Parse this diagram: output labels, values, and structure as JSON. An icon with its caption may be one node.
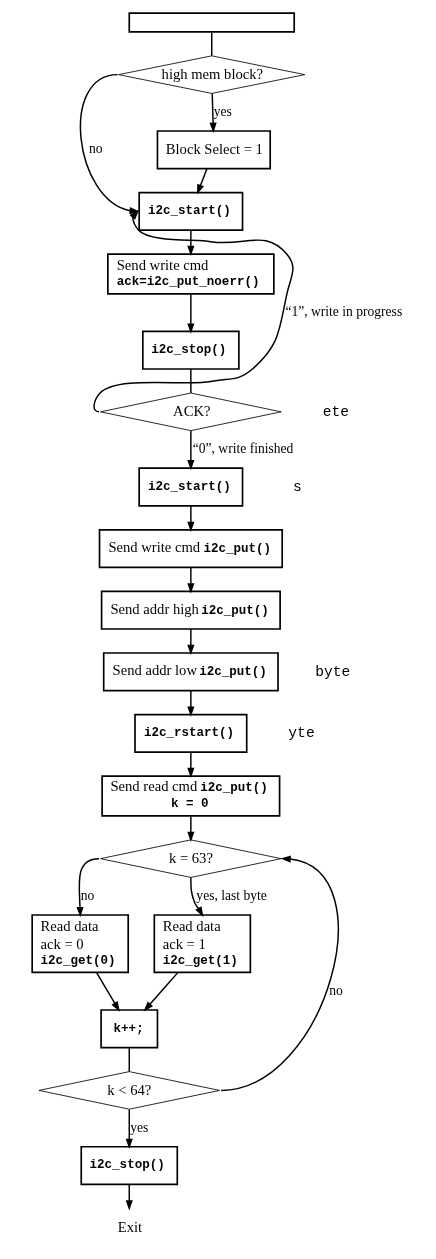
{
  "diagram": {
    "nodes": [
      {
        "text": [],
        "shape": "box"
      },
      {
        "text": [
          "high mem block?"
        ]
      },
      {
        "text": [
          "Block Select = 1"
        ]
      },
      {
        "text": [
          "i2c_start()"
        ]
      },
      {
        "text": [
          "Send write cmd",
          "ack=i2c_put_noerr()"
        ]
      },
      {
        "text": [
          "i2c_stop()"
        ]
      },
      {
        "text": [
          "ACK?"
        ]
      },
      {
        "text": [
          "i2c_start()"
        ]
      },
      {
        "text": [
          "Send write cmd",
          "i2c_put()"
        ]
      },
      {
        "text": [
          "Send addr high",
          "i2c_put()"
        ]
      },
      {
        "text": [
          "Send addr low",
          "i2c_put()"
        ]
      },
      {
        "text": [
          "i2c_rstart()"
        ]
      },
      {
        "text": [
          "Send read cmd",
          "i2c_put()",
          "k = 0"
        ]
      },
      {
        "text": [
          "k = 63?"
        ]
      },
      {
        "text": [
          "Read data",
          "ack = 0",
          "i2c_get(0)"
        ]
      },
      {
        "text": [
          "Read data",
          "ack = 1",
          "i2c_get(1)"
        ]
      },
      {
        "text": [
          "k++;"
        ]
      },
      {
        "text": [
          "k < 64?"
        ]
      },
      {
        "text": [
          "i2c_stop()"
        ]
      },
      {
        "text": [
          "Exit"
        ]
      }
    ],
    "edges": [
      {
        "from": 0,
        "to": 1,
        "arrow": "none"
      },
      {
        "from": 1,
        "to": 2,
        "arrow": "to",
        "label": "yes"
      },
      {
        "from": 1,
        "to": 3,
        "arrow": "to",
        "label": "no"
      },
      {
        "from": 2,
        "to": 3,
        "arrow": "to"
      },
      {
        "from": 3,
        "to": 4,
        "arrow": "to"
      },
      {
        "from": 4,
        "to": 5,
        "arrow": "to"
      },
      {
        "from": 5,
        "to": 6,
        "arrow": "none"
      },
      {
        "from": 6,
        "to": 3,
        "arrow": "to",
        "label": "“1”, write in progress"
      },
      {
        "from": 6,
        "to": 7,
        "arrow": "to",
        "label": "“0”, write finished"
      },
      {
        "from": 7,
        "to": 8,
        "arrow": "to"
      },
      {
        "from": 8,
        "to": 9,
        "arrow": "to"
      },
      {
        "from": 9,
        "to": 10,
        "arrow": "to"
      },
      {
        "from": 10,
        "to": 11,
        "arrow": "to"
      },
      {
        "from": 11,
        "to": 12,
        "arrow": "to"
      },
      {
        "from": 12,
        "to": 13,
        "arrow": "to"
      },
      {
        "from": 13,
        "to": 14,
        "arrow": "to",
        "label": "no"
      },
      {
        "from": 13,
        "to": 15,
        "arrow": "to",
        "label": "yes, last byte"
      },
      {
        "from": 14,
        "to": 16,
        "arrow": "to"
      },
      {
        "from": 15,
        "to": 16,
        "arrow": "to"
      },
      {
        "from": 16,
        "to": 17,
        "arrow": "none"
      },
      {
        "from": 17,
        "to": 13,
        "arrow": "to",
        "label": "no"
      },
      {
        "from": 17,
        "to": 18,
        "arrow": "to",
        "label": "yes"
      },
      {
        "from": 18,
        "to": 19,
        "arrow": "to"
      }
    ],
    "labels": [
      "ete",
      "s",
      "byte",
      "yte"
    ]
  }
}
